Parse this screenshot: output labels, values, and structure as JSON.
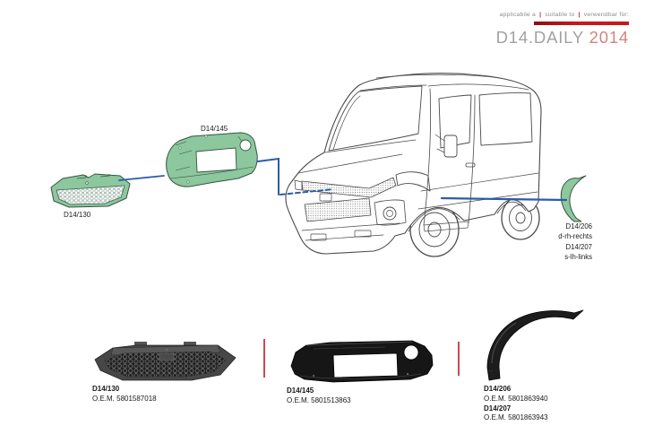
{
  "header": {
    "applicability": {
      "seg1": "applicabile a",
      "sep1": "|",
      "seg2": "suitable to",
      "sep2": "|",
      "seg3": "verwendbar für:"
    },
    "title": {
      "model": "D14.DAILY",
      "year": "2014"
    }
  },
  "diagram": {
    "labels": {
      "part_grille": "D14/130",
      "part_front_panel": "D14/145",
      "part_arch_right_code": "D14/206",
      "part_arch_right_side": "d-rh-rechts",
      "part_arch_left_code": "D14/207",
      "part_arch_left_side": "s-lh-links"
    },
    "icons": [
      "van-line-drawing",
      "grille-part-green",
      "front-panel-part-green",
      "wheel-arch-part-green",
      "connector-lines-blue"
    ]
  },
  "catalog": {
    "items": [
      {
        "code": "D14/130",
        "oem": "O.E.M. 5801587018"
      },
      {
        "code": "D14/145",
        "oem": "O.E.M. 5801513863"
      },
      {
        "code": "D14/206",
        "oem": "O.E.M. 5801863940",
        "code2": "D14/207",
        "oem2": "O.E.M. 5801863943"
      }
    ]
  },
  "colors": {
    "accent_red": "#cb161c",
    "divider_red": "#cb4a52",
    "part_green": "#8cc79e",
    "part_green_outline": "#35553f",
    "connector_blue": "#2b5cab",
    "title_gray": "#a2a2a2",
    "year_red": "#d5837d"
  }
}
